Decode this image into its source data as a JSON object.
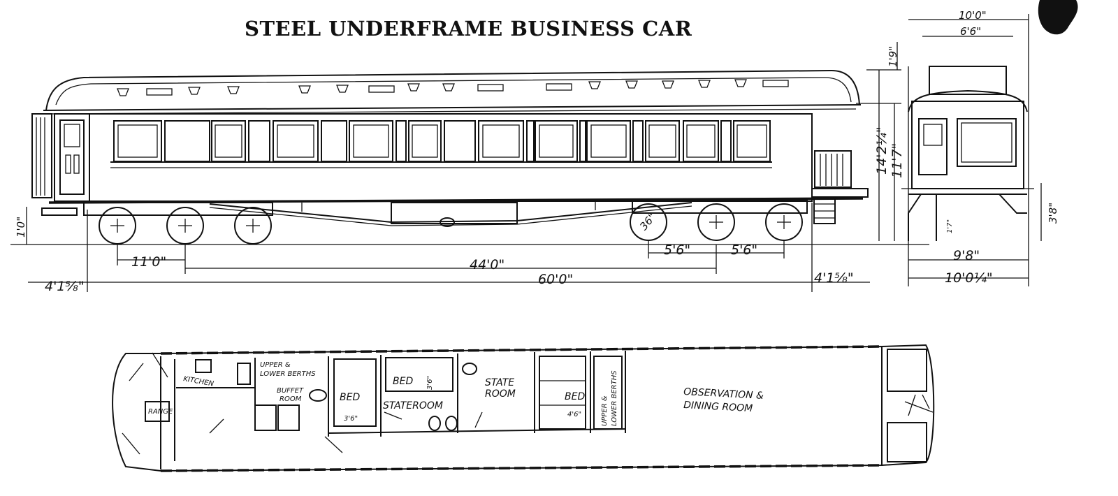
{
  "title": "STEEL UNDERFRAME BUSINESS CAR",
  "side_elevation": {
    "dims": {
      "wheel_dia": "36\"",
      "truck_wheelbase": "11'0\"",
      "truck_centers": "44'0\"",
      "length": "60'0\"",
      "overhang_left": "4'1⅝\"",
      "overhang_right": "4'1⅝\"",
      "axle_1": "5'6\"",
      "axle_2": "5'6\"",
      "height_total": "14'2¼\"",
      "height_body": "11'7\"",
      "step_height": "1'0\""
    }
  },
  "end_elevation": {
    "dims": {
      "roof_width": "10'0\"",
      "roof_inner": "6'6\"",
      "roof_rise": "1'9\"",
      "sill_width": "9'8\"",
      "overall_width": "10'0¼\"",
      "side_height": "3'8\"",
      "bottom": "1'7\""
    }
  },
  "floor_plan": {
    "rooms": {
      "kitchen": "KITCHEN",
      "range": "RANGE",
      "upper_lower_berths_1_a": "UPPER &",
      "upper_lower_berths_1_b": "LOWER BERTHS",
      "buffet": "BUFFET",
      "pantry": "ROOM",
      "bed_1": "BED",
      "bed_1_dim": "3'6\"",
      "bed_2": "BED",
      "bed_2_dim": "3'6\"",
      "stateroom_1": "STATEROOM",
      "stateroom_2_a": "STATE",
      "stateroom_2_b": "ROOM",
      "bed_3": "BED",
      "bed_3_dim": "4'6\"",
      "upper_lower_berths_2_a": "UPPER &",
      "upper_lower_berths_2_b": "LOWER BERTHS",
      "observation_a": "OBSERVATION &",
      "observation_b": "DINING ROOM"
    }
  }
}
